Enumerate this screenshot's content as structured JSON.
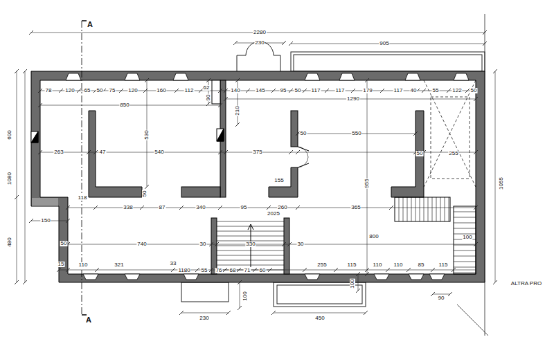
{
  "diagram": {
    "labels": [
      "A",
      "2280",
      "230",
      "905",
      "78",
      "120",
      "65",
      "50",
      "75",
      "120",
      "160",
      "112",
      "62",
      "90",
      "140",
      "145",
      "95",
      "50",
      "117",
      "117",
      "179",
      "117",
      "40",
      "55",
      "122",
      "50",
      "850",
      "1290",
      "210",
      "600",
      "530",
      "50",
      "550",
      "263",
      "47",
      "540",
      "375",
      "50",
      "255",
      "1080",
      "955",
      "1055",
      "50",
      "155",
      "118",
      "338",
      "87",
      "340",
      "95",
      "260",
      "365",
      "2025",
      "150",
      "480",
      "50",
      "740",
      "30",
      "330",
      "30",
      "800",
      "100",
      "15",
      "110",
      "321",
      "33",
      "1180",
      "55",
      "76",
      "68",
      "71",
      "60",
      "255",
      "115",
      "110",
      "110",
      "85",
      "115",
      "100",
      "100",
      "90",
      "230",
      "450",
      "A",
      "ALTRA PRO"
    ]
  }
}
